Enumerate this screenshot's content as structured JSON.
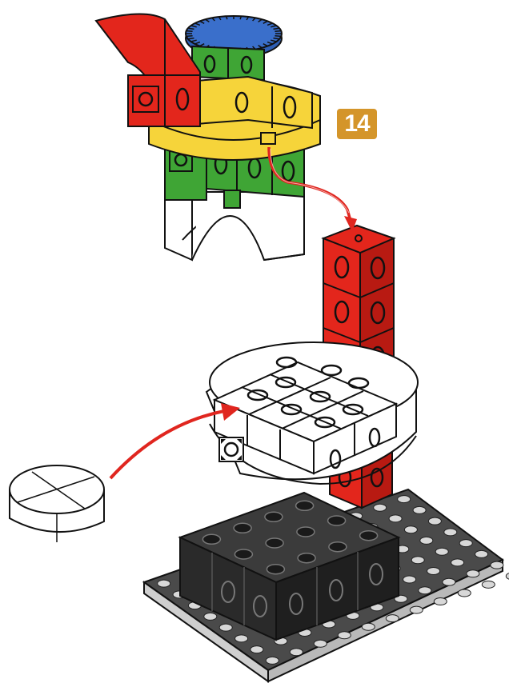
{
  "step": {
    "number": "14"
  },
  "colors": {
    "badge": "#d4952a",
    "arrow": "#e0261f",
    "red": "#e3261c",
    "red_dark": "#b81a12",
    "green": "#3fa535",
    "green_dark": "#2c7d26",
    "yellow": "#f6d43a",
    "yellow_dark": "#d8b321",
    "blue": "#2e5fb5",
    "black": "#2a2a2a",
    "black_top": "#3b3b3b",
    "base_plate": "#4a4a4a",
    "white": "#ffffff",
    "outline": "#111111"
  },
  "parts": {
    "upper_assembly": "rotating-head",
    "red_column": "red-cube-column",
    "white_turntable": "white-disc-platform",
    "loose_part": "white-cylinder-cap",
    "base": "black-cube-base-on-pegboard"
  }
}
